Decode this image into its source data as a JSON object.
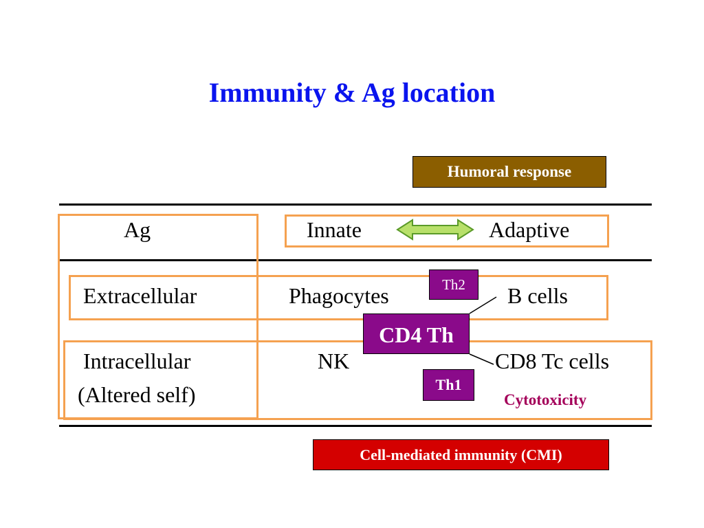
{
  "title": "Immunity & Ag location",
  "humoral_label": "Humoral response",
  "cmi_label": "Cell-mediated immunity (CMI)",
  "header": {
    "ag": "Ag",
    "innate": "Innate",
    "adaptive": "Adaptive"
  },
  "rows": {
    "extracellular": {
      "ag": "Extracellular",
      "innate": "Phagocytes",
      "adaptive": "B cells"
    },
    "intracellular": {
      "ag_line1": "Intracellular",
      "ag_line2": "(Altered self)",
      "innate": "NK",
      "adaptive": "CD8 Tc cells"
    }
  },
  "helpers": {
    "th2": "Th2",
    "cd4": "CD4 Th",
    "th1": "Th1"
  },
  "cytotoxicity": "Cytotoxicity",
  "colors": {
    "title": "#0a14ee",
    "humoral_fill": "#8b5e00",
    "cmi_fill": "#d40000",
    "th_fill": "#8a0a8a",
    "orange_border": "#f5a150",
    "cytotoxicity": "#a4005a",
    "arrow_fill": "#b8e06a",
    "arrow_stroke": "#5a9a28"
  },
  "icons": {
    "double_arrow": "double-headed-arrow-icon"
  }
}
